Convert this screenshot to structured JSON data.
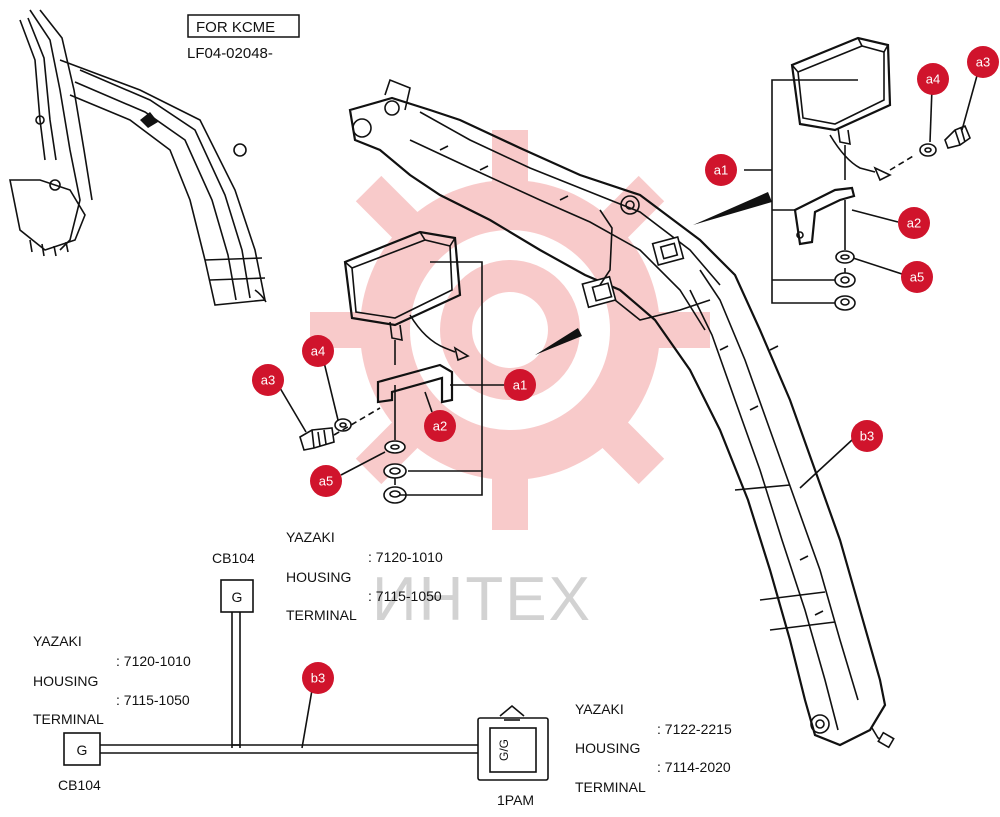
{
  "header": {
    "box_label": "FOR KCME",
    "serial": "LF04-02048-"
  },
  "watermark": {
    "text": "ИНТЕХ"
  },
  "callouts": {
    "a1_right": "a1",
    "a2_right": "a2",
    "a3_right": "a3",
    "a4_right": "a4",
    "a5_right": "a5",
    "a1_left": "a1",
    "a2_left": "a2",
    "a3_left": "a3",
    "a4_left": "a4",
    "a5_left": "a5",
    "b3_boom": "b3",
    "b3_harness": "b3"
  },
  "connectors": {
    "cb104_top": {
      "name": "CB104",
      "pin": "G",
      "maker": "YAZAKI",
      "housing_label": "HOUSING",
      "housing_no": ": 7120-1010",
      "terminal_label": "TERMINAL",
      "terminal_no": ": 7115-1050"
    },
    "cb104_left": {
      "name": "CB104",
      "pin": "G",
      "maker": "YAZAKI",
      "housing_label": "HOUSING",
      "housing_no": ": 7120-1010",
      "terminal_label": "TERMINAL",
      "terminal_no": ": 7115-1050"
    },
    "pam1": {
      "name": "1PAM",
      "pin": "G/G",
      "maker": "YAZAKI",
      "housing_label": "HOUSING",
      "housing_no": ": 7122-2215",
      "terminal_label": "TERMINAL",
      "terminal_no": ": 7114-2020"
    }
  },
  "colors": {
    "badge": "#d0142c",
    "watermark": "#f08c8c",
    "line": "#111111"
  }
}
